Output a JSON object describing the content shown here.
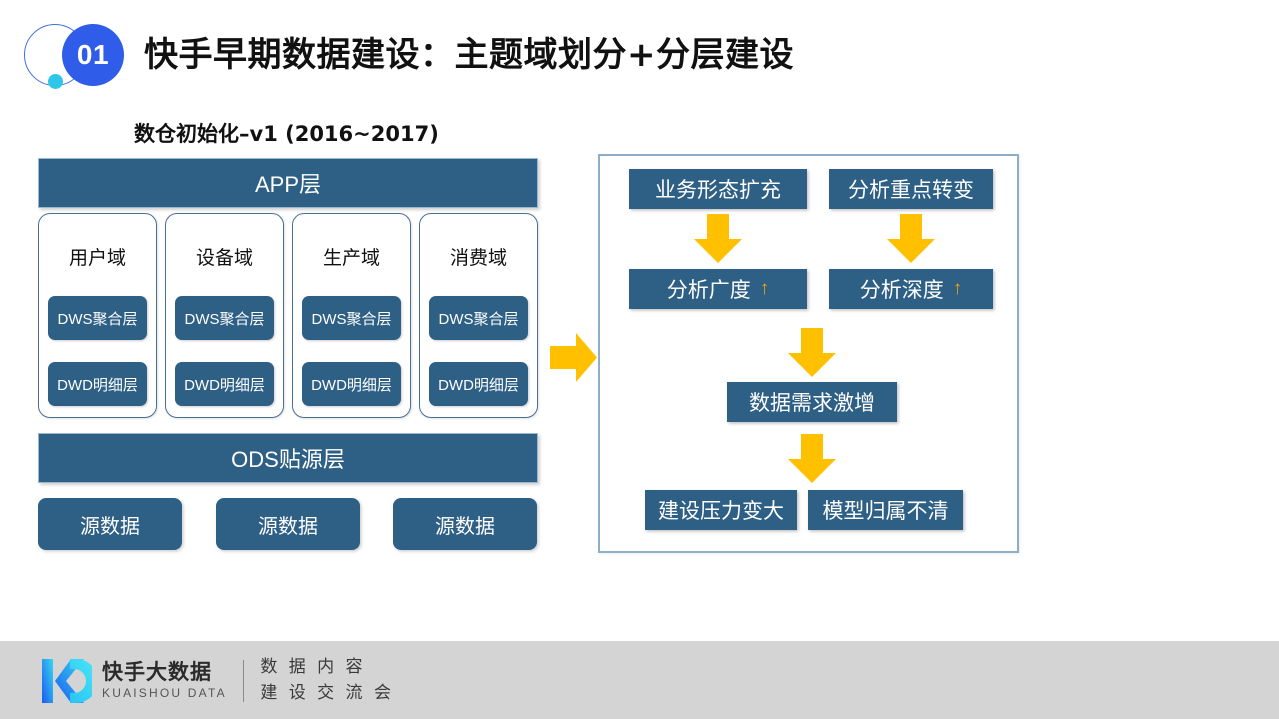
{
  "header": {
    "badge_number": "01",
    "title": "快手早期数据建设：主题域划分+分层建设"
  },
  "left_panel": {
    "caption": "数仓初始化–v1 (2016~2017)",
    "app_layer": "APP层",
    "ods_layer": "ODS贴源层",
    "domains": [
      {
        "name": "用户域",
        "layers": [
          "DWS聚合层",
          "DWD明细层"
        ]
      },
      {
        "name": "设备域",
        "layers": [
          "DWS聚合层",
          "DWD明细层"
        ]
      },
      {
        "name": "生产域",
        "layers": [
          "DWS聚合层",
          "DWD明细层"
        ]
      },
      {
        "name": "消费域",
        "layers": [
          "DWS聚合层",
          "DWD明细层"
        ]
      }
    ],
    "sources": [
      "源数据",
      "源数据",
      "源数据"
    ]
  },
  "flow": {
    "b1": "业务形态扩充",
    "b2": "分析重点转变",
    "b3": "分析广度",
    "b3_arrow": "↑",
    "b4": "分析深度",
    "b4_arrow": "↑",
    "b5": "数据需求激增",
    "b6": "建设压力变大",
    "b7": "模型归属不清"
  },
  "footer": {
    "logo_cn": "快手大数据",
    "logo_en": "KUAISHOU DATA",
    "event_line1": "数 据 内 容",
    "event_line2": "建 设 交 流 会"
  },
  "colors": {
    "deep_blue": "#2e5f85",
    "badge_blue": "#2f5ce8",
    "cyan_dot": "#2ec7e8",
    "amber": "#ffc000",
    "panel_border": "#8fafc9",
    "footer_bg": "#d4d4d4"
  }
}
